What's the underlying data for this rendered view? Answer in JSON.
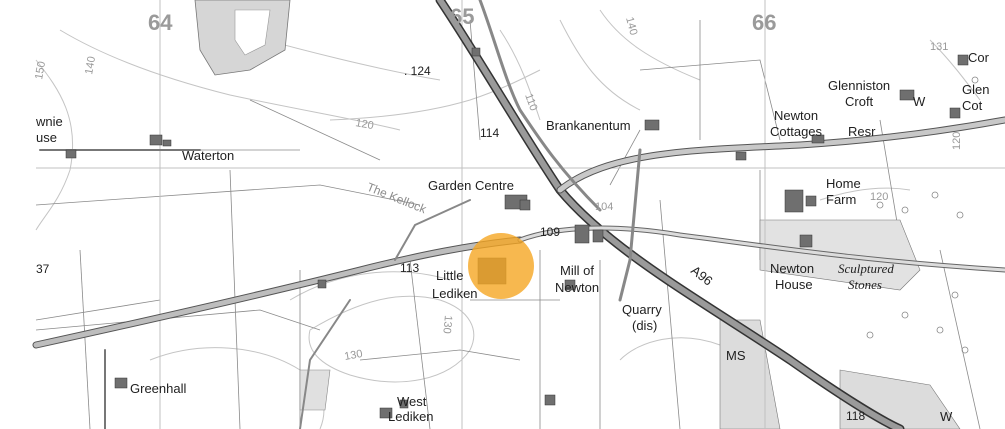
{
  "grid_labels": [
    "64",
    "65",
    "66"
  ],
  "places": {
    "waterton": "Waterton",
    "brankanentum": "Brankanentum",
    "garden_centre": "Garden Centre",
    "the_kellock": "The Kellock",
    "little": "Little",
    "lediken": "Lediken",
    "mill_of": "Mill of",
    "newton": "Newton",
    "quarry": "Quarry",
    "quarry_dis": "(dis)",
    "greenhall": "Greenhall",
    "west": "West",
    "west_lediken": "Lediken",
    "newton_cottages_1": "Newton",
    "newton_cottages_2": "Cottages",
    "resr": "Resr",
    "glenniston_1": "Glenniston",
    "glenniston_2": "Croft",
    "home_farm_1": "Home",
    "home_farm_2": "Farm",
    "newton_house_1": "Newton",
    "newton_house_2": "House",
    "sculptured_1": "Sculptured",
    "sculptured_2": "Stones",
    "ms": "MS",
    "w1": "W",
    "w2": "W",
    "cor": "Cor",
    "glen_edge": "Glen",
    "cot_edge": "Cot",
    "wnie": "wnie",
    "use": "use"
  },
  "spot_heights": {
    "h124": ". 124",
    "h114": "114",
    "h109": "109",
    "h113": "113",
    "h104": "104",
    "h118": "118",
    "h37": "37",
    "h131": "131"
  },
  "contour_labels": {
    "c150": "150",
    "c140": "140",
    "c120a": "120",
    "c110": "110",
    "c140b": "140",
    "c130": "130",
    "c130b": "130",
    "c120b": "120",
    "c120c": "120"
  },
  "road_labels": {
    "a96": "A96"
  },
  "colors": {
    "highlight": "#f5a623",
    "road_fill": "#cfcfcf",
    "road_edge": "#555555",
    "contour": "#b8b8b8",
    "grid": "#bdbdbd",
    "woodland": "#d9d9d9"
  }
}
